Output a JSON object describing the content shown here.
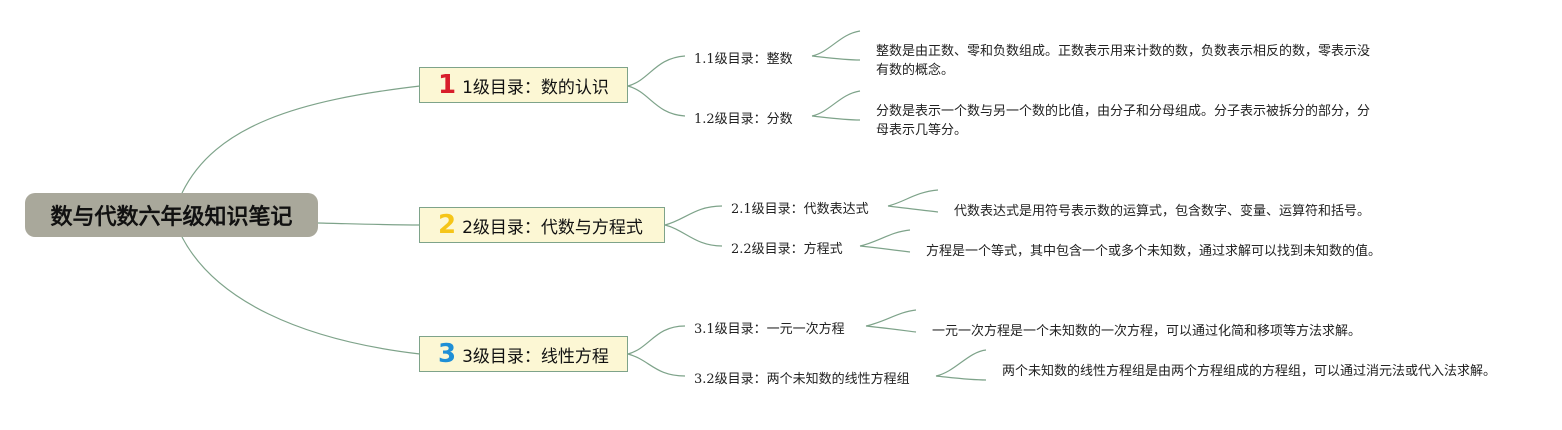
{
  "root": {
    "title": "数与代数六年级知识笔记"
  },
  "branches": [
    {
      "number": "1",
      "number_color": "#d81e2b",
      "label": "1级目录：数的认识",
      "children": [
        {
          "label": "1.1级目录：整数",
          "desc": "整数是由正数、零和负数组成。正数表示用来计数的数，负数表示相反的数，零表示没有数的概念。"
        },
        {
          "label": "1.2级目录：分数",
          "desc": "分数是表示一个数与另一个数的比值，由分子和分母组成。分子表示被拆分的部分，分母表示几等分。"
        }
      ]
    },
    {
      "number": "2",
      "number_color": "#f5c518",
      "label": "2级目录：代数与方程式",
      "children": [
        {
          "label": "2.1级目录：代数表达式",
          "desc": "代数表达式是用符号表示数的运算式，包含数字、变量、运算符和括号。"
        },
        {
          "label": "2.2级目录：方程式",
          "desc": "方程是一个等式，其中包含一个或多个未知数，通过求解可以找到未知数的值。"
        }
      ]
    },
    {
      "number": "3",
      "number_color": "#1f8fd6",
      "label": "3级目录：线性方程",
      "children": [
        {
          "label": "3.1级目录：一元一次方程",
          "desc": "一元一次方程是一个未知数的一次方程，可以通过化简和移项等方法求解。"
        },
        {
          "label": "3.2级目录：两个未知数的线性方程组",
          "desc": "两个未知数的线性方程组是由两个方程组成的方程组，可以通过消元法或代入法求解。"
        }
      ]
    }
  ],
  "colors": {
    "line": "#7ea38a",
    "root_bg": "#a9a89b",
    "branch_bg": "#fcf7d4"
  }
}
